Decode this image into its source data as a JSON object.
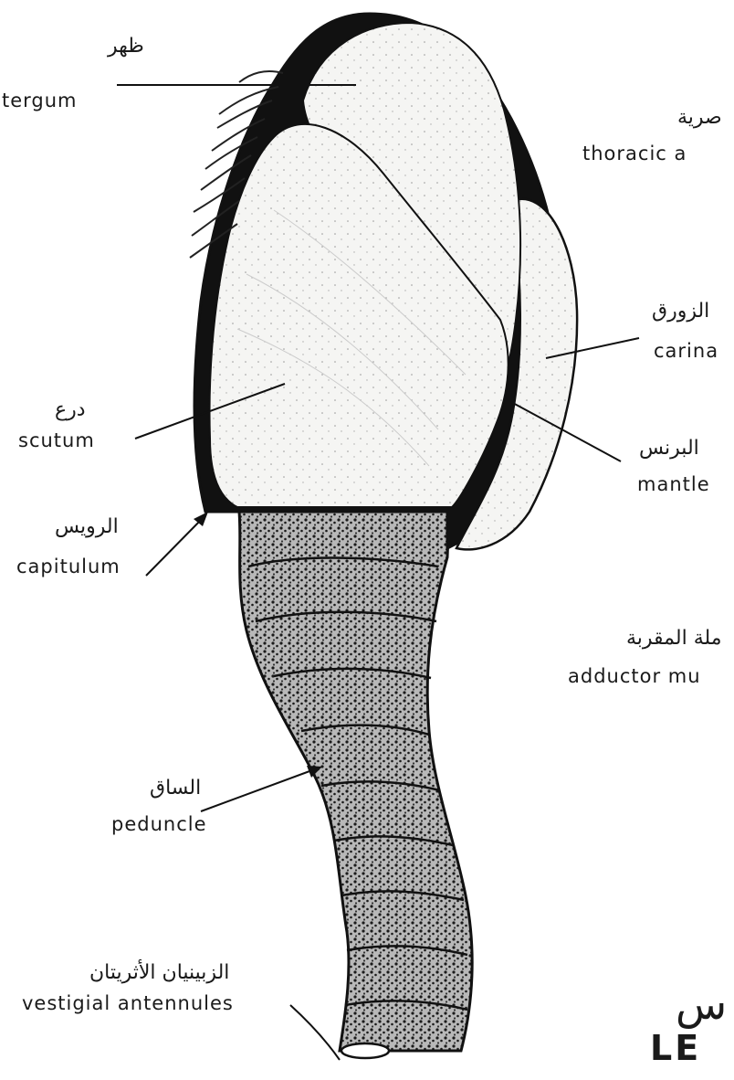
{
  "labels": {
    "tergum": {
      "ar": "ظهر",
      "en": "tergum"
    },
    "thoracic": {
      "ar": "صرية",
      "en": "thoracic a"
    },
    "carina": {
      "ar": "الزورق",
      "en": "carina"
    },
    "scutum": {
      "ar": "درع",
      "en": "scutum"
    },
    "mantle": {
      "ar": "البرنس",
      "en": "mantle"
    },
    "capitulum": {
      "ar": "الرويس",
      "en": "capitulum"
    },
    "adductor": {
      "ar": "ملة المقربة",
      "en": "adductor mu"
    },
    "peduncle": {
      "ar": "الساق",
      "en": "peduncle"
    },
    "vestigial": {
      "ar": "الزبينيان الأثريتان",
      "en": "vestigial antennules"
    },
    "title": {
      "ar": "س",
      "en": "LE"
    }
  },
  "colors": {
    "ink": "#1a1a1a",
    "paper": "#ffffff",
    "plate": "#f4f4f2"
  }
}
